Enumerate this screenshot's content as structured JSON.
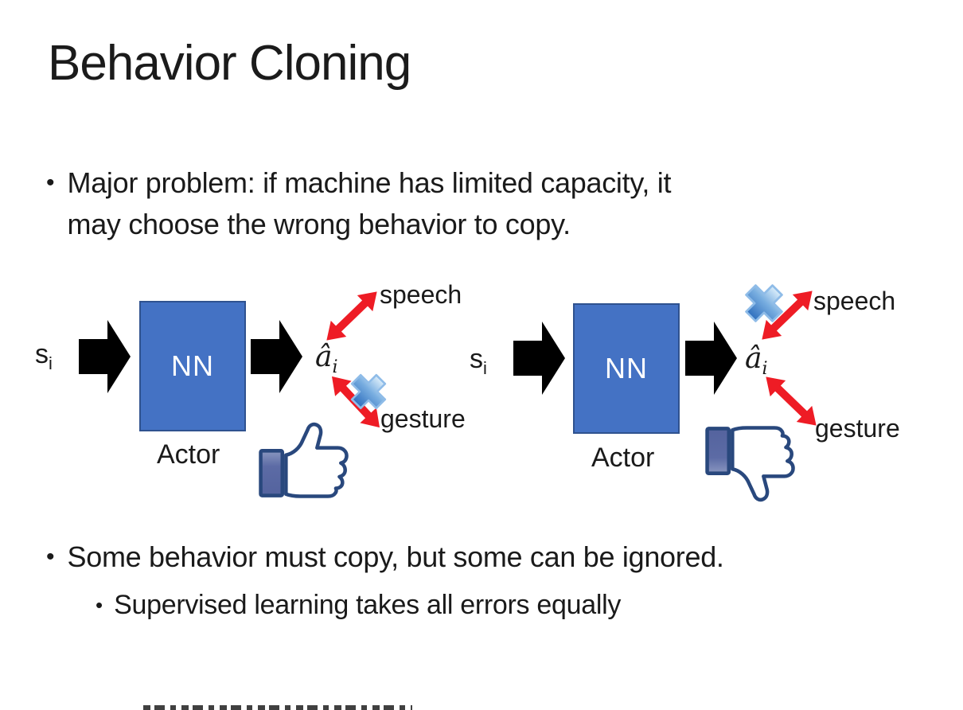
{
  "slide": {
    "title": "Behavior Cloning",
    "bullets": [
      {
        "lines": [
          "Major problem: if machine has limited capacity, it",
          "may choose the wrong behavior to copy."
        ]
      },
      {
        "lines": [
          "Some behavior must copy, but some can be ignored."
        ]
      },
      {
        "lines": [
          "Supervised learning takes all errors equally"
        ]
      }
    ]
  },
  "diagram": {
    "input_main": "s",
    "input_sub": "i",
    "nn_label": "NN",
    "actor_label": "Actor",
    "output_main": "â",
    "output_sub": "i",
    "speech_label": "speech",
    "gesture_label": "gesture",
    "left": {
      "crossed_out": "gesture",
      "feedback_icon": "thumbs-up"
    },
    "right": {
      "crossed_out": "speech",
      "feedback_icon": "thumbs-down"
    }
  },
  "colors": {
    "background": "#FFFFFF",
    "text": "#1A1A1A",
    "nn_fill": "#4472C4",
    "nn_border": "#2F528F",
    "nn_text": "#FFFFFF",
    "flow_arrow": "#000000",
    "relation_arrow": "#EE1C25",
    "cross_blue_light": "#DCEEFB",
    "cross_blue_dark": "#2F6FBE",
    "thumb_outline": "#29487D",
    "thumb_cuff": "#5C6BA5",
    "thumb_hand": "#FFFFFF"
  }
}
